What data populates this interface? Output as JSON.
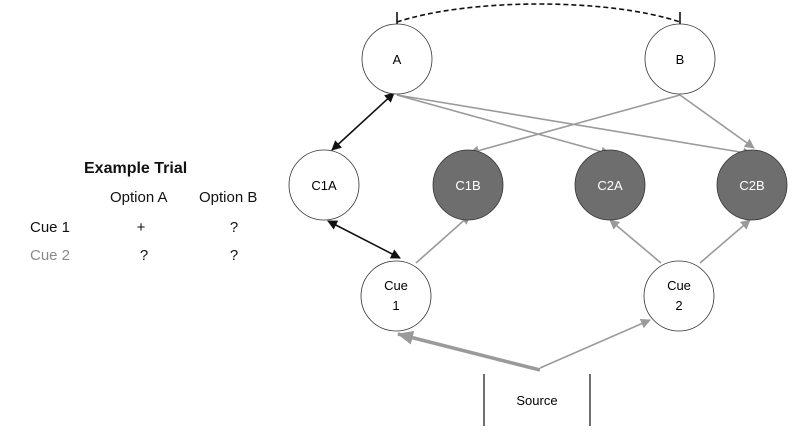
{
  "example_trial": {
    "title": "Example Trial",
    "columns": [
      "Option A",
      "Option B"
    ],
    "rows": [
      {
        "label": "Cue 1",
        "values": [
          "+",
          "?"
        ]
      },
      {
        "label": "Cue 2",
        "values": [
          "?",
          "?"
        ]
      }
    ]
  },
  "diagram": {
    "nodes": {
      "a": "A",
      "b": "B",
      "c1a": "C1A",
      "c1b": "C1B",
      "c2a": "C2A",
      "c2b": "C2B",
      "cue1_line1": "Cue",
      "cue1_line2": "1",
      "cue2_line1": "Cue",
      "cue2_line2": "2",
      "source": "Source"
    },
    "colors": {
      "filled_node": "#6e6e6e",
      "gray_arrow": "#9a9a9a",
      "black_arrow": "#111111"
    }
  }
}
